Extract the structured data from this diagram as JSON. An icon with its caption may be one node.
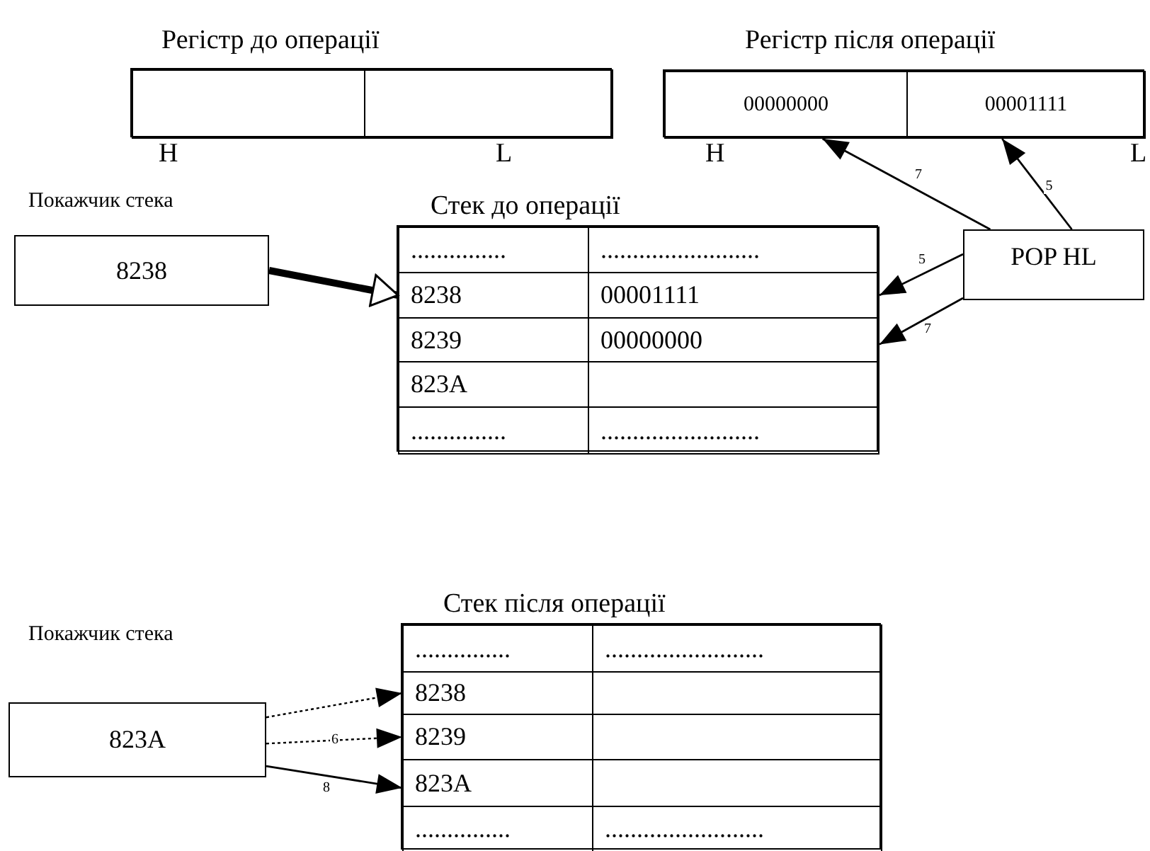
{
  "diagram": {
    "nodes": [
      {
        "text": [
          "Регістр до операції"
        ]
      },
      {
        "text": [],
        "shape": "box",
        "in": 0
      },
      {
        "text": [],
        "shape": "box",
        "in": 0
      },
      {
        "text": [
          "Регістр після операції"
        ]
      },
      {
        "text": [
          "00000000"
        ],
        "in": 3
      },
      {
        "text": [
          "00001111"
        ],
        "in": 3
      },
      {
        "text": [
          "8238"
        ],
        "beside": [
          "Покажчик стека"
        ]
      },
      {
        "text": [
          "Стек до операції"
        ]
      },
      {
        "text": [
          "..............."
        ],
        "in": 7
      },
      {
        "text": [
          "........................."
        ],
        "in": 7
      },
      {
        "text": [
          "8238"
        ],
        "in": 7
      },
      {
        "text": [
          "00001111"
        ],
        "in": 7
      },
      {
        "text": [
          "8239"
        ],
        "in": 7
      },
      {
        "text": [
          "00000000"
        ],
        "in": 7
      },
      {
        "text": [
          "823A"
        ],
        "in": 7
      },
      {
        "text": [],
        "shape": "box",
        "in": 7
      },
      {
        "text": [
          "..............."
        ],
        "in": 7
      },
      {
        "text": [
          "........................."
        ],
        "in": 7
      },
      {
        "text": [
          "POP HL"
        ]
      },
      {
        "text": [
          "823A"
        ],
        "beside": [
          "Покажчик стека"
        ]
      },
      {
        "text": [
          "Стек після операції"
        ]
      },
      {
        "text": [
          "..............."
        ],
        "in": 20
      },
      {
        "text": [
          "........................."
        ],
        "in": 20
      },
      {
        "text": [
          "8238"
        ],
        "in": 20
      },
      {
        "text": [],
        "shape": "box",
        "in": 20
      },
      {
        "text": [
          "8239"
        ],
        "in": 20
      },
      {
        "text": [],
        "shape": "box",
        "in": 20
      },
      {
        "text": [
          "823A"
        ],
        "in": 20
      },
      {
        "text": [],
        "shape": "box",
        "in": 20
      },
      {
        "text": [
          "..............."
        ],
        "in": 20
      },
      {
        "text": [
          "........................."
        ],
        "in": 20
      }
    ],
    "edges": [
      {
        "from": 6,
        "to": 10,
        "arrow": "to",
        "style": "thick"
      },
      {
        "from": 18,
        "to": 4,
        "arrow": "to",
        "label": "7"
      },
      {
        "from": 18,
        "to": 5,
        "arrow": "to",
        "label": "5"
      },
      {
        "from": 18,
        "to": 11,
        "arrow": "to",
        "label": "5"
      },
      {
        "from": 18,
        "to": 13,
        "arrow": "to",
        "label": "7"
      },
      {
        "from": 19,
        "to": 23,
        "arrow": "to",
        "style": "dashed"
      },
      {
        "from": 19,
        "to": 25,
        "arrow": "to",
        "style": "dashed",
        "label": "6"
      },
      {
        "from": 19,
        "to": 27,
        "arrow": "to",
        "label": "8"
      }
    ],
    "labels": [
      "H",
      "L",
      "H",
      "L"
    ]
  }
}
